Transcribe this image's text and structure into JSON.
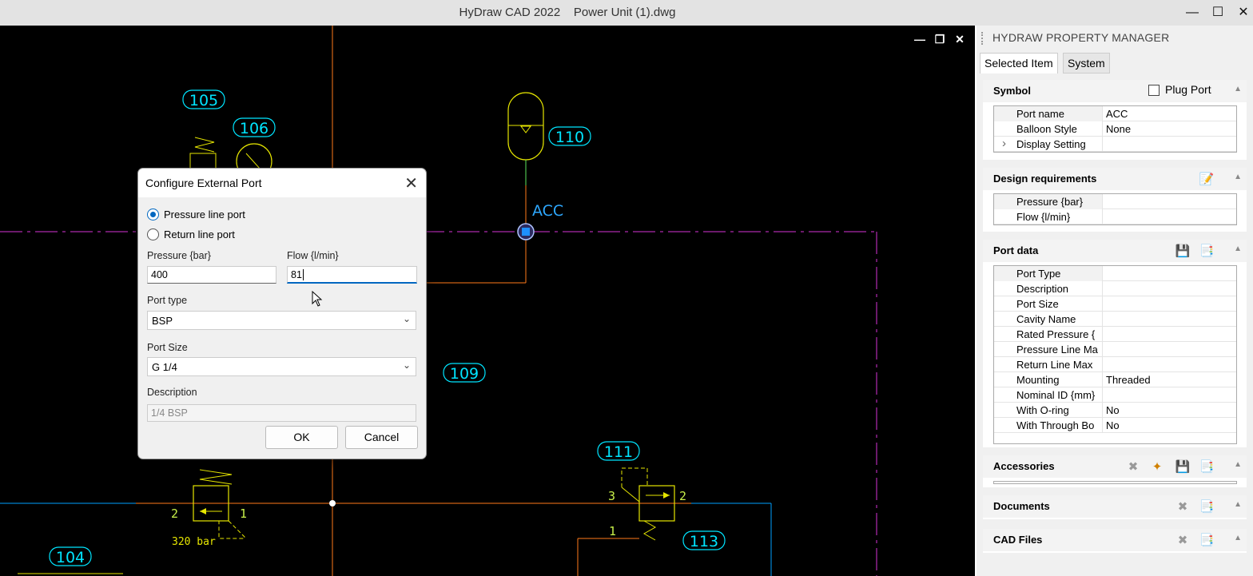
{
  "window": {
    "title": "HyDraw CAD 2022    Power Unit (1).dwg"
  },
  "canvas": {
    "balloons": [
      "105",
      "106",
      "110",
      "109",
      "111",
      "113",
      "104"
    ],
    "port_label": "ACC",
    "port_numbers": [
      "2",
      "1",
      "3",
      "2",
      "1"
    ],
    "pressure_note": "320 bar"
  },
  "panel": {
    "title": "HYDRAW PROPERTY MANAGER",
    "tabs": [
      "Selected Item",
      "System"
    ],
    "symbol": {
      "title": "Symbol",
      "plug_port_label": "Plug Port",
      "rows": [
        {
          "k": "Port name",
          "v": "ACC"
        },
        {
          "k": "Balloon Style",
          "v": "None"
        },
        {
          "k": "Display Setting",
          "v": ""
        }
      ]
    },
    "design": {
      "title": "Design requirements",
      "rows": [
        {
          "k": "Pressure {bar}",
          "v": ""
        },
        {
          "k": "Flow {l/min}",
          "v": ""
        }
      ]
    },
    "port_data": {
      "title": "Port data",
      "rows": [
        {
          "k": "Port Type",
          "v": ""
        },
        {
          "k": "Description",
          "v": ""
        },
        {
          "k": "Port Size",
          "v": ""
        },
        {
          "k": "Cavity Name",
          "v": ""
        },
        {
          "k": "Rated Pressure {",
          "v": ""
        },
        {
          "k": "Pressure Line Ma",
          "v": ""
        },
        {
          "k": "Return Line Max",
          "v": ""
        },
        {
          "k": "Mounting",
          "v": "Threaded"
        },
        {
          "k": "Nominal ID {mm}",
          "v": ""
        },
        {
          "k": "With O-ring",
          "v": "No"
        },
        {
          "k": "With Through Bo",
          "v": "No"
        }
      ]
    },
    "accessories": {
      "title": "Accessories"
    },
    "documents": {
      "title": "Documents"
    },
    "cad_files": {
      "title": "CAD Files"
    }
  },
  "dialog": {
    "title": "Configure External Port",
    "radio_pressure": "Pressure line port",
    "radio_return": "Return line port",
    "pressure_label": "Pressure {bar}",
    "pressure_value": "400",
    "flow_label": "Flow {l/min}",
    "flow_value": "81",
    "port_type_label": "Port type",
    "port_type_value": "BSP",
    "port_size_label": "Port Size",
    "port_size_value": "G 1/4",
    "description_label": "Description",
    "description_value": "1/4 BSP",
    "ok_label": "OK",
    "cancel_label": "Cancel"
  },
  "colors": {
    "cad_background": "#000000",
    "cad_cyan": "#00e5ff",
    "cad_yellow": "#e6e600",
    "cad_magenta": "#d633d6",
    "cad_orange": "#ff7a1a",
    "accent_blue": "#0067c0"
  }
}
